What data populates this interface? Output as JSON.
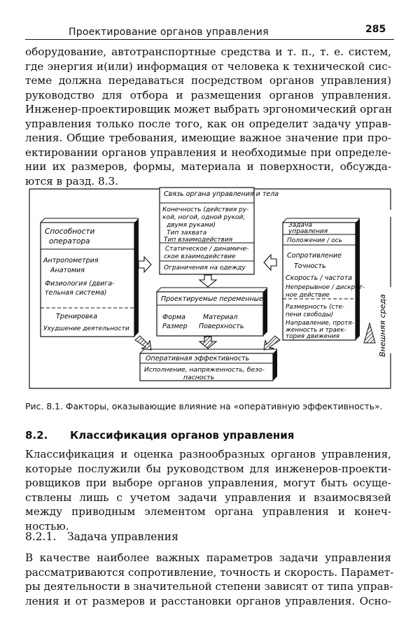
{
  "header": {
    "title": "Проектирование органов управления",
    "page_number": "285"
  },
  "paragraph1": [
    "оборудование, автотранспортные средства и т. п., т. е. систем,",
    "где энергия и(или) информация от человека к технической сис-",
    "теме должна передаваться посредством органов управления)",
    "руководство для отбора и размещения органов управления.",
    "Инженер-проектировщик может выбрать эргономический орган",
    "управления только после того, как он определит задачу управ-",
    "ления. Общие требования, имеющие важное значение при про-",
    "ектировании органов управления и необходимые при определе-",
    "нии их размеров, формы, материала и поверхности, обсужда-",
    "ются в разд. 8.3."
  ],
  "figure": {
    "top_box": {
      "title": "Связь органа управления и тела",
      "item1": "Конечность (действия ру-",
      "item1b": "кой, ногой, одной рукой,",
      "item1c": "двумя руками)",
      "item2": "Тип захвата",
      "item3": "Тип взаимодействия",
      "item4": "Статическое / динамиче-",
      "item4b": "ское взаимодействие",
      "item5": "Ограничения на одежду"
    },
    "left_box": {
      "title1": "Способности",
      "title2": "оператора",
      "a1": "Антропометрия",
      "a2": "Анатомия",
      "a3": "Физиология (двига-",
      "a3b": "тельная система)",
      "b1": "Тренировка",
      "b2": "Ухудшение деятельности"
    },
    "center_box": {
      "title": "Проектируемые переменные",
      "v1": "Форма",
      "v2": "Материал",
      "v3": "Размер",
      "v4": "Поверхность"
    },
    "right_box": {
      "title1": "Задача",
      "title2": "управления",
      "r1": "Положение / ось",
      "r2": "Сопротивление",
      "r3": "Точность",
      "r4": "Скорость / частота",
      "r5": "Непрерывное / дискрет-",
      "r5b": "ное действие",
      "r6": "Размерность (сте-",
      "r6b": "пени свободы)",
      "r7": "Направление, протя-",
      "r7b": "женность и траек-",
      "r7c": "тория движения"
    },
    "bottom_box": {
      "title": "Оперативная эффективность",
      "line1": "Исполнение, напряженность, безо-",
      "line2": "пасность"
    },
    "side_label": "Внешняя среда"
  },
  "caption": "Рис. 8.1. Факторы, оказывающие влияние на «оперативную эффективность».",
  "section": {
    "number": "8.2.",
    "title": "Классификация органов управления"
  },
  "paragraph2": [
    "Классификация и оценка разнообразных органов управления,",
    "которые послужили бы руководством для инженеров-проекти-",
    "ровщиков при выборе органов управления, могут быть осуще-",
    "ствлены лишь с учетом задачи управления и взаимосвязей",
    "между приводным элементом органа управления и конеч-",
    "ностью."
  ],
  "subsection": {
    "number": "8.2.1.",
    "title": "Задача управления"
  },
  "paragraph3": [
    "В качестве наиболее важных параметров задачи управления",
    "рассматриваются сопротивление, точность и скорость. Парамет-",
    "ры деятельности в значительной степени зависят от типа управ-",
    "ления и от размеров и расстановки органов управления. Осно-"
  ]
}
